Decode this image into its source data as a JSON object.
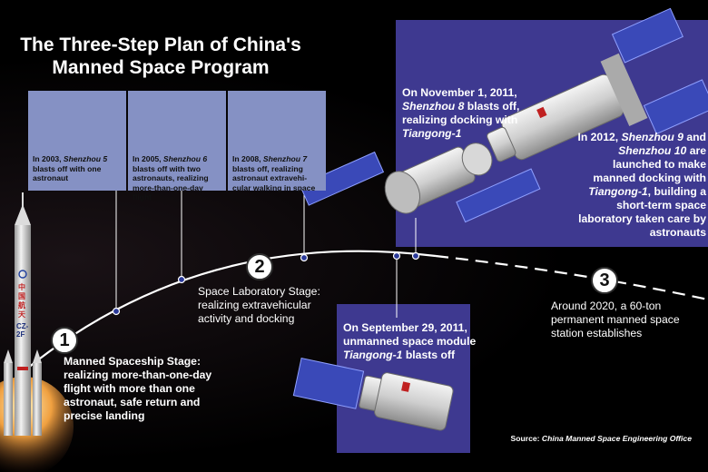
{
  "title": {
    "line1": "The Three-Step Plan of China's",
    "line2": "Manned Space Program"
  },
  "photos": [
    {
      "pre": "In 2003, ",
      "craft": "Shenzhou 5",
      "post": " blasts off with one astronaut"
    },
    {
      "pre": "In 2005, ",
      "craft": "Shenzhou 6",
      "post": " blasts off with two astronauts, realizing more-than-one-day flight"
    },
    {
      "pre": "In 2008, ",
      "craft": "Shenzhou 7",
      "post": " blasts off, realizing astronaut extravehi-cular walking in space"
    }
  ],
  "stages": [
    {
      "number": "1",
      "text": "Manned Spaceship Stage: realizing more-than-one-day flight with more than one astronaut, safe return and precise landing"
    },
    {
      "number": "2",
      "text": "Space Laboratory Stage: realizing extravehicular activity and docking"
    },
    {
      "number": "3",
      "text": "Around 2020, a 60-ton permanent manned space station establishes"
    }
  ],
  "events": {
    "tiangong": {
      "pre": "On September 29, 2011, unmanned space module ",
      "craft": "Tiangong-1",
      "post": " blasts off"
    },
    "shenzhou8": {
      "pre": "On November 1, 2011, ",
      "craft": "Shenzhou 8",
      "mid": " blasts off, realizing docking with ",
      "target": "Tiangong-1"
    },
    "shenzhou9_10": {
      "pre": "In 2012, ",
      "craft1": "Shenzhou 9",
      "and": " and ",
      "craft2": "Shenzhou 10",
      "mid": " are launched to make manned docking with ",
      "target": "Tiangong-1",
      "post": ", building a short-term space laboratory taken care by astronauts"
    }
  },
  "rocket_label": {
    "country": "中国航天",
    "model": "CZ-2F"
  },
  "source": {
    "label": "Source: ",
    "org": "China Manned Space Engineering Office"
  },
  "colors": {
    "panel": "#3e3990",
    "photo_card": "#8591c4",
    "background": "#000000",
    "text": "#ffffff"
  }
}
